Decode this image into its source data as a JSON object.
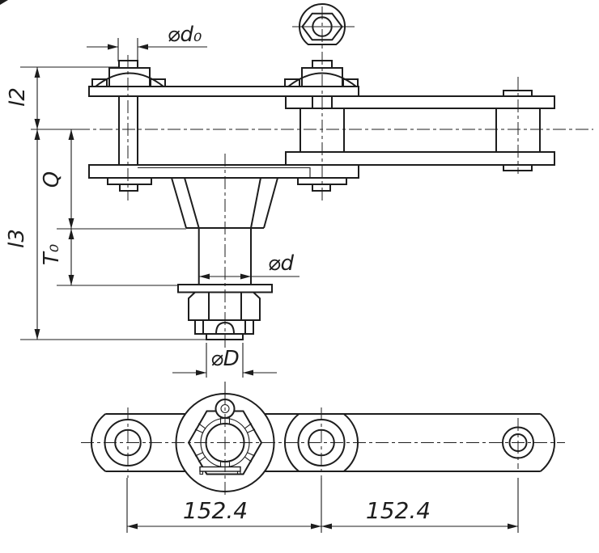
{
  "page": {
    "background": "#ffffff",
    "line_color": "#1d1d1d"
  },
  "dimensions": {
    "pin_dia": "⌀d₀",
    "l2": "l2",
    "l3": "l3",
    "q": "Q",
    "t0": "T₀",
    "stem_dia": "⌀d",
    "end_dia": "⌀D",
    "pitch_left": "152.4",
    "pitch_right": "152.4"
  }
}
